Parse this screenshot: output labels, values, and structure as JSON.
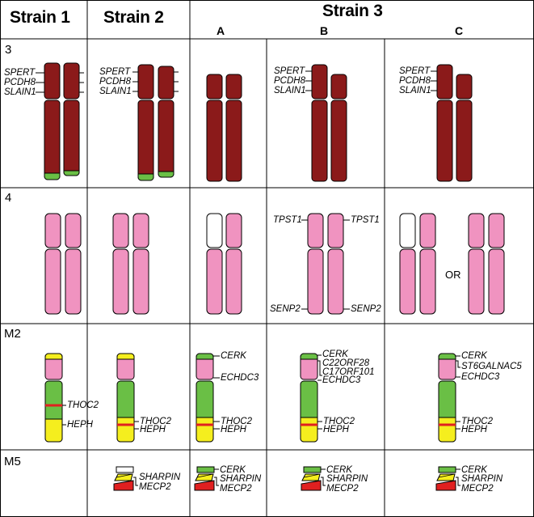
{
  "columns": {
    "strain1": "Strain 1",
    "strain2": "Strain 2",
    "strain3": "Strain 3",
    "sub_a": "A",
    "sub_b": "B",
    "sub_c": "C"
  },
  "rows": {
    "r3": "3",
    "r4": "4",
    "rm2": "M2",
    "rm5": "M5"
  },
  "genes": {
    "spert": "SPERT",
    "pcdh8": "PCDH8",
    "slain1": "SLAIN1",
    "tpst1": "TPST1",
    "senp2": "SENP2",
    "cerk": "CERK",
    "echdc3": "ECHDC3",
    "c22orf28": "C22ORF28",
    "c17orf101": "C17ORF101",
    "st6galnac5": "ST6GALNAC5",
    "thoc2": "THOC2",
    "heph": "HEPH",
    "sharpin": "SHARPIN",
    "mecp2": "MECP2"
  },
  "or_text": "OR",
  "colors": {
    "chr3": "#8b1a1a",
    "chr4": "#f093c0",
    "absent": "#ffffff",
    "green": "#6abf45",
    "yellow": "#f5ee1e",
    "red": "#e02020",
    "pink_segment": "#f093c0",
    "grid": "#000000"
  }
}
